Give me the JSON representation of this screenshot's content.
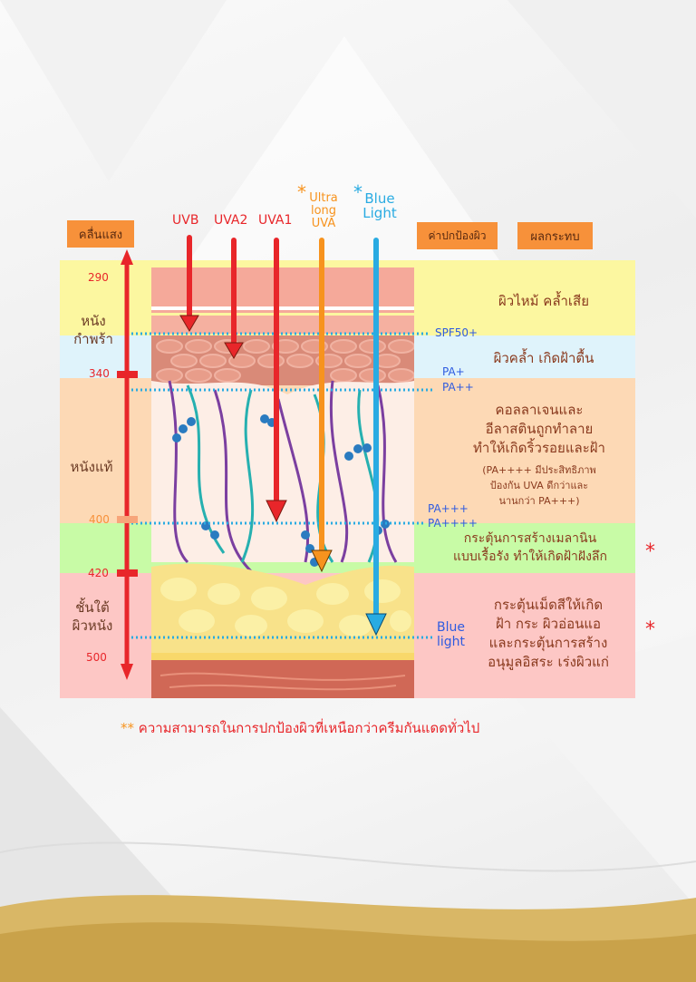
{
  "headers": {
    "wavelength": "คลื่นแสง",
    "protection": "ค่าปกป้องผิว",
    "effect": "ผลกระทบ"
  },
  "rays": [
    {
      "label": "UVB",
      "color": "#e8262a"
    },
    {
      "label": "UVA2",
      "color": "#e8262a"
    },
    {
      "label": "UVA1",
      "color": "#e8262a"
    },
    {
      "label": "Ultra long UVA",
      "line1": "Ultra",
      "line2": "long",
      "line3": "UVA",
      "star": "*",
      "color": "#f7931e"
    },
    {
      "label": "Blue Light",
      "line1": "Blue",
      "line2": "Light",
      "star": "*",
      "color": "#29abe2"
    }
  ],
  "wavelengths": [
    "290",
    "340",
    "400",
    "420",
    "500"
  ],
  "layers": {
    "epidermis": "หนัง กำพร้า",
    "dermis": "หนังแท้",
    "subcutis": "ชั้นใต้ ผิวหนัง"
  },
  "protection_levels": [
    "SPF50+",
    "PA+",
    "PA++",
    "PA+++",
    "PA++++",
    "Blue light"
  ],
  "effects": [
    {
      "lines": [
        "ผิวไหม้ คล้ำเสีย"
      ]
    },
    {
      "lines": [
        "ผิวคล้ำ เกิดฝ้าตื้น"
      ]
    },
    {
      "lines": [
        "คอลลาเจนและ",
        "อีลาสตินถูกทำลาย",
        "ทำให้เกิดริ้วรอยและฝ้า"
      ],
      "note": [
        "(PA++++ มีประสิทธิภาพ",
        "ป้องกัน UVA ดีกว่าและ",
        "นานกว่า PA+++)"
      ]
    },
    {
      "lines": [
        "กระตุ้นการสร้างเมลานิน",
        "แบบเรื้อรัง ทำให้เกิดฝ้าฝังลึก"
      ],
      "star": "*"
    },
    {
      "lines": [
        "กระตุ้นเม็ดสีให้เกิด",
        "ฝ้า กระ ผิวอ่อนแอ",
        "และกระตุ้นการสร้าง",
        "อนุมูลอิสระ เร่งผิวแก่"
      ],
      "star": "*"
    }
  ],
  "footnote": {
    "stars": "**",
    "text": "ความสามารถในการปกป้องผิวที่เหนือกว่าครีมกันแดดทั่วไป"
  },
  "colors": {
    "orange": "#f7913a",
    "red": "#e8262a",
    "blue": "#29abe2",
    "yellow": "#fcf7a0",
    "lightblue": "#dff3fb",
    "peach": "#fdd9b5",
    "green": "#c8fba6",
    "pink": "#fdc7c5"
  }
}
